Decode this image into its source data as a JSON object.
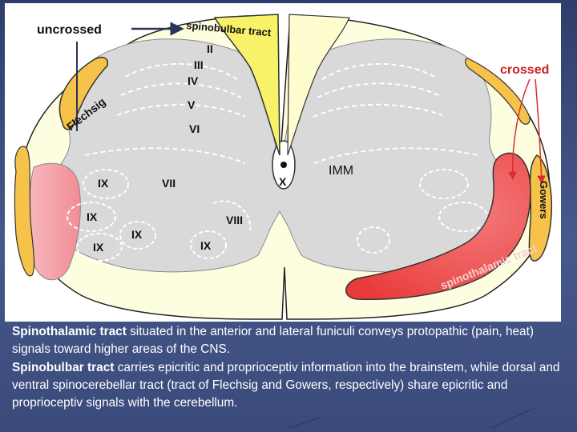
{
  "labels": {
    "uncrossed": "uncrossed",
    "spinobulbar": "spinobulbar tract",
    "crossed": "crossed",
    "flechsig": "Flechsig",
    "gowers": "Gowers",
    "spinothalamic": "spinothalamic tract",
    "imm": "IMM"
  },
  "laminae": {
    "II": "II",
    "III": "III",
    "IV": "IV",
    "V": "V",
    "VI": "VI",
    "VII": "VII",
    "VIII": "VIII",
    "IX": "IX",
    "X": "X"
  },
  "caption": {
    "p1_bold": "Spinothalamic tract",
    "p1_text": " situated in the anterior and lateral funiculi conveys protopathic (pain, heat) signals toward higher areas of the CNS.",
    "p2_bold": "Spinobulbar tract",
    "p2_text": " carries epicritic and proprioceptiv information into the brainstem, while dorsal and ventral spinocerebellar tract (tract of Flechsig and Gowers, respectively) share epicritic and proprioceptiv signals with the cerebellum."
  },
  "colors": {
    "slide_background": "#3b4a78",
    "gray_matter": "#d9d9d9",
    "white_matter": "#fdfde0",
    "spinobulbar_tract": "#f7f26a",
    "spinocerebellar_tract": "#f7c24a",
    "spinothalamic_tract": "#f25a5a",
    "anterior_horn_tint": "#f5a0a8"
  }
}
